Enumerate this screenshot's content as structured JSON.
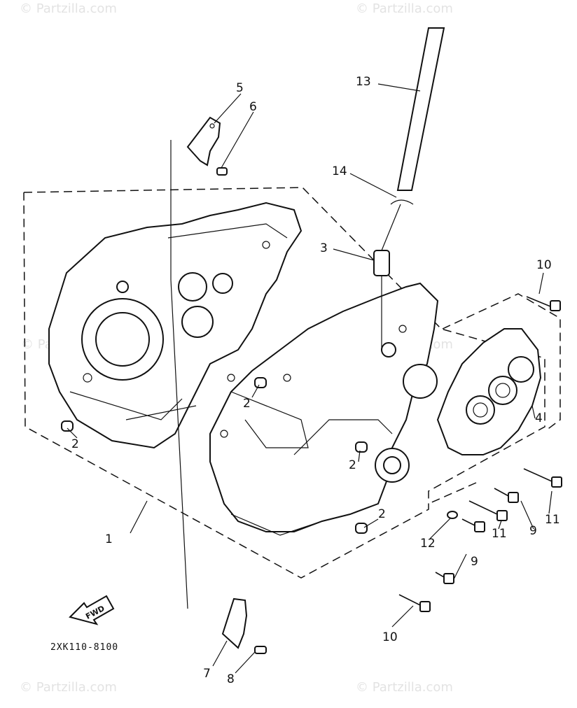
{
  "watermarks": {
    "top_left": "© Partzilla.com",
    "top_right": "© Partzilla.com",
    "mid_left": "© Partzilla.com",
    "mid_right": "© Partzilla.com",
    "bottom_left": "© Partzilla.com",
    "bottom_right": "© Partzilla.com"
  },
  "callouts": {
    "c1": "1",
    "c2a": "2",
    "c2b": "2",
    "c2c": "2",
    "c2d": "2",
    "c3": "3",
    "c4": "4",
    "c5": "5",
    "c6": "6",
    "c7": "7",
    "c8": "8",
    "c9a": "9",
    "c9b": "9",
    "c10a": "10",
    "c10b": "10",
    "c11a": "11",
    "c11b": "11",
    "c12": "12",
    "c13": "13",
    "c14": "14"
  },
  "fwd_label": "FWD",
  "diagram_code": "2XK110-8100"
}
